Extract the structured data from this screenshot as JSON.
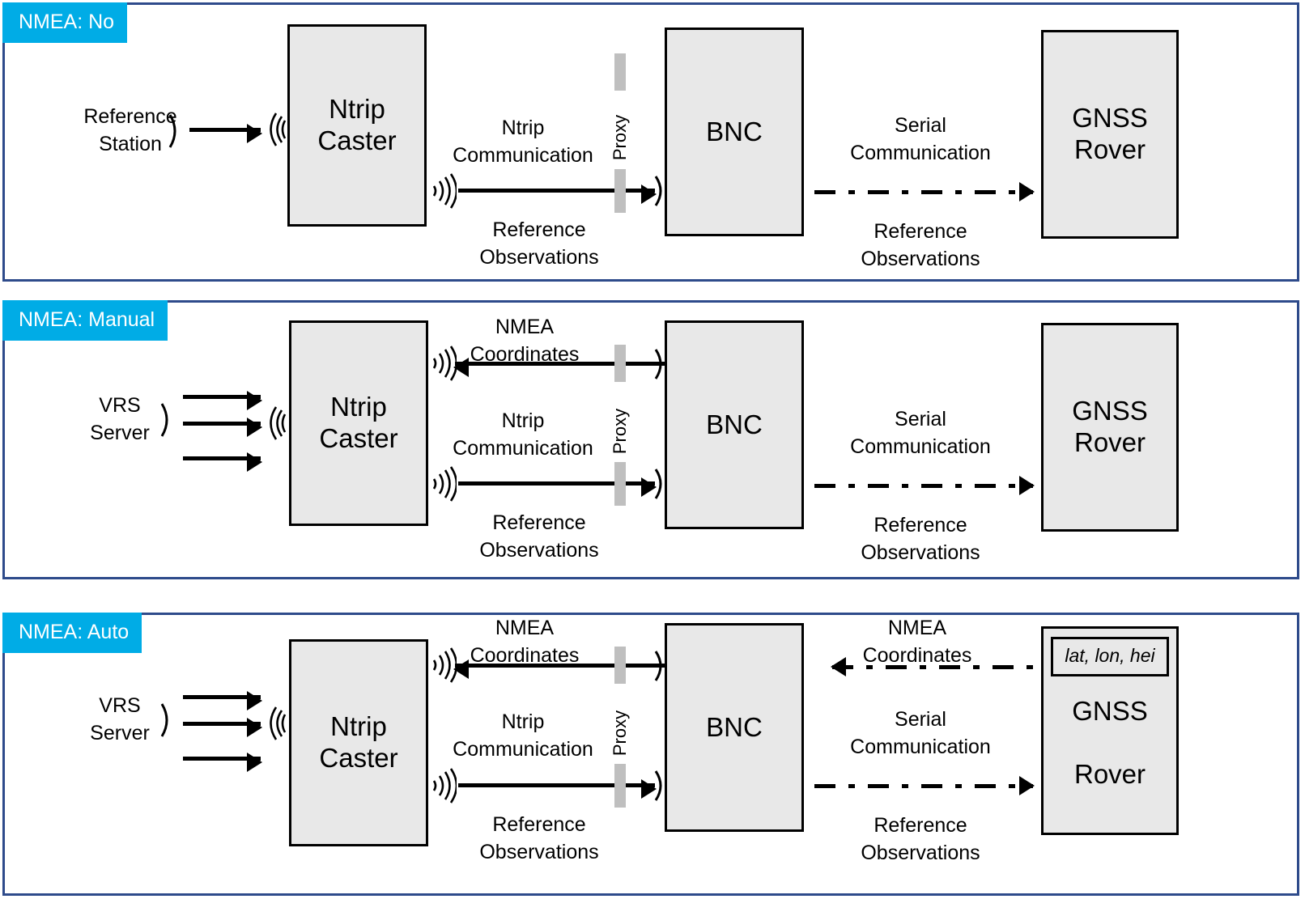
{
  "theme": {
    "tag_blue": "#00ACE6",
    "frame_blue": "#2E4B8B",
    "node_fill": "#E8E8E8",
    "node_stroke": "#000000",
    "proxy_gray": "#BFBFBF",
    "canvas": "#FFFFFF"
  },
  "diagram": {
    "title_semantics": "NTRIP / BNC data flow for three NMEA modes",
    "panels": [
      {
        "tag": "NMEA: No",
        "source": {
          "line1": "Reference",
          "line2": "Station"
        },
        "source_arrow_count": 1,
        "nodes": {
          "caster": {
            "line1": "Ntrip",
            "line2": "Caster"
          },
          "bnc": {
            "line1": "BNC"
          },
          "rover": {
            "line1": "GNSS",
            "line2": "Rover"
          }
        },
        "proxy_label": "Proxy",
        "links": [
          {
            "name": "ntrip-communication",
            "above1": "Ntrip",
            "above2": "Communication",
            "below1": "Reference",
            "below2": "Observations",
            "style": "solid",
            "dir": "right"
          },
          {
            "name": "serial-communication",
            "above1": "Serial",
            "above2": "Communication",
            "below1": "Reference",
            "below2": "Observations",
            "style": "dashdot",
            "dir": "right"
          }
        ],
        "has_nmea_return_caster": false,
        "has_nmea_return_rover": false,
        "rover_has_coord_chip": false
      },
      {
        "tag": "NMEA: Manual",
        "source": {
          "line1": "VRS",
          "line2": "Server"
        },
        "source_arrow_count": 3,
        "nodes": {
          "caster": {
            "line1": "Ntrip",
            "line2": "Caster"
          },
          "bnc": {
            "line1": "BNC"
          },
          "rover": {
            "line1": "GNSS",
            "line2": "Rover"
          }
        },
        "proxy_label": "Proxy",
        "nmea_return_caster": {
          "line1": "NMEA",
          "line2": "Coordinates",
          "style": "solid",
          "dir": "left"
        },
        "links": [
          {
            "name": "ntrip-communication",
            "above1": "Ntrip",
            "above2": "Communication",
            "below1": "Reference",
            "below2": "Observations",
            "style": "solid",
            "dir": "right"
          },
          {
            "name": "serial-communication",
            "above1": "Serial",
            "above2": "Communication",
            "below1": "Reference",
            "below2": "Observations",
            "style": "dashdot",
            "dir": "right"
          }
        ],
        "has_nmea_return_caster": true,
        "has_nmea_return_rover": false,
        "rover_has_coord_chip": false
      },
      {
        "tag": "NMEA: Auto",
        "source": {
          "line1": "VRS",
          "line2": "Server"
        },
        "source_arrow_count": 3,
        "nodes": {
          "caster": {
            "line1": "Ntrip",
            "line2": "Caster"
          },
          "bnc": {
            "line1": "BNC"
          },
          "rover": {
            "line1": "GNSS",
            "line2": "Rover",
            "coord_chip": "lat, lon, hei"
          }
        },
        "proxy_label": "Proxy",
        "nmea_return_caster": {
          "line1": "NMEA",
          "line2": "Coordinates",
          "style": "solid",
          "dir": "left"
        },
        "nmea_return_rover": {
          "line1": "NMEA",
          "line2": "Coordinates",
          "style": "dashdot",
          "dir": "left"
        },
        "links": [
          {
            "name": "ntrip-communication",
            "above1": "Ntrip",
            "above2": "Communication",
            "below1": "Reference",
            "below2": "Observations",
            "style": "solid",
            "dir": "right"
          },
          {
            "name": "serial-communication",
            "above1": "Serial",
            "above2": "Communication",
            "below1": "Reference",
            "below2": "Observations",
            "style": "dashdot",
            "dir": "right"
          }
        ],
        "has_nmea_return_caster": true,
        "has_nmea_return_rover": true,
        "rover_has_coord_chip": true
      }
    ]
  }
}
